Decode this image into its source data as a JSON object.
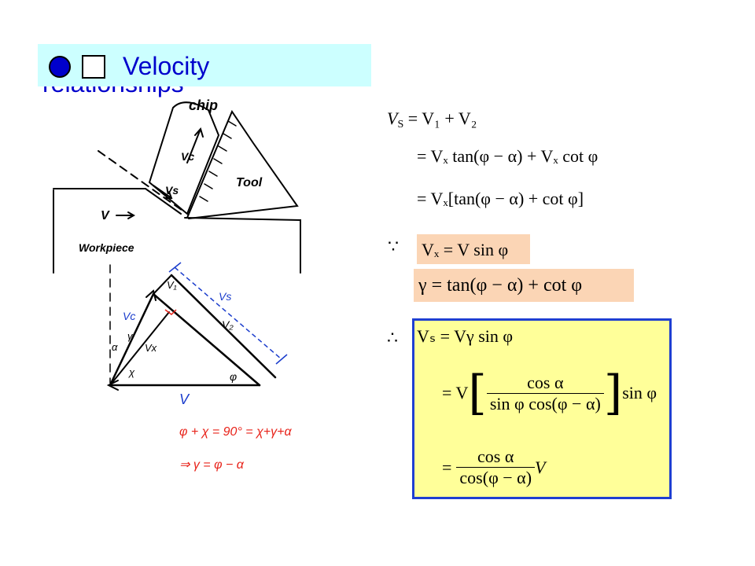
{
  "slide": {
    "title": "Velocity",
    "title_overflow": "relationships"
  },
  "diagram": {
    "labels": {
      "chip": "chip",
      "vc_chip": "Vc",
      "vs_shear": "Vs",
      "tool": "Tool",
      "v_arrow": "V",
      "workpiece": "Workpiece",
      "v1": "V₁",
      "vs_side": "Vs",
      "v2": "V₂",
      "vc_tri": "Vc",
      "alpha": "α",
      "gamma": "γ",
      "vx": "Vx",
      "chi": "χ",
      "phi": "φ",
      "v_base": "V"
    },
    "notes": {
      "line1": "φ + χ = 90° = χ+γ+α",
      "line2": "⇒  γ = φ − α"
    },
    "colors": {
      "ink": "#000000",
      "blue": "#1a3ccc",
      "red": "#e8231a"
    }
  },
  "equations": {
    "eq1": {
      "lhs": "V",
      "lhs_sub": "S",
      "rhs": "= V₁ + V₂"
    },
    "eq2": "= Vₓ tan(φ − α) + Vₓ cot φ",
    "eq3": "= Vₓ[tan(φ − α) + cot φ]",
    "because_symbol": "∵",
    "because_eq": "Vₓ = V sin φ",
    "gamma_eq": "γ = tan(φ − α) + cot φ",
    "therefore_symbol": "∴",
    "result_line1": "Vₛ = Vγ sin φ",
    "result_line2_prefix": "= V",
    "result_line2_num": "cos α",
    "result_line2_den": "sin φ cos(φ − α)",
    "result_line2_suffix": "sin φ",
    "result_line3_prefix": "=",
    "result_line3_num": "cos α",
    "result_line3_den": "cos(φ − α)",
    "result_line3_suffix": "V"
  }
}
